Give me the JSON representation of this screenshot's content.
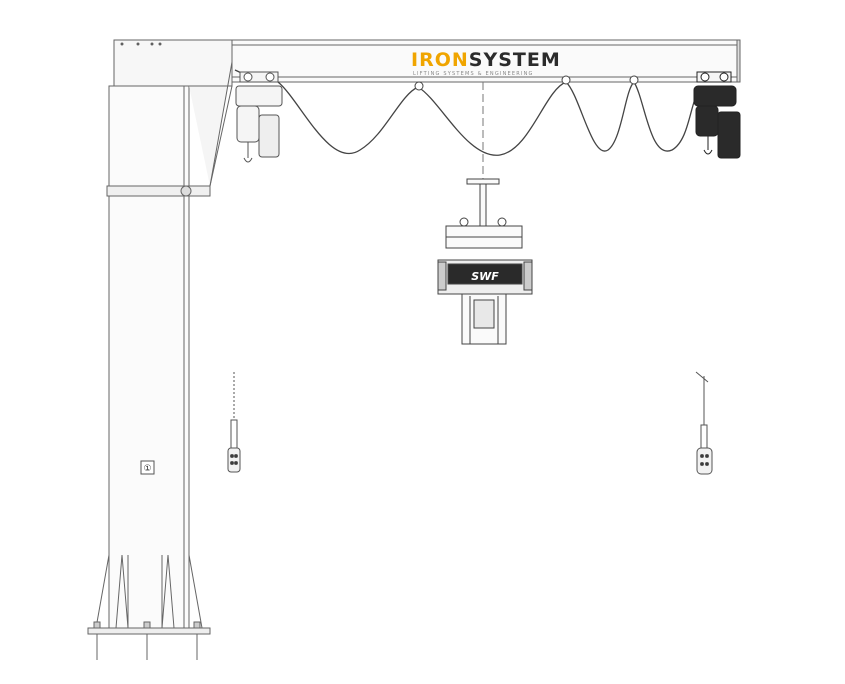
{
  "logo": {
    "brand_first": "IR",
    "brand_gear": "O",
    "brand_middle": "N",
    "brand_last": "SYSTEM",
    "tagline": "LIFTING SYSTEMS & ENGINEERING",
    "brand_color": "#f0a500",
    "dark_color": "#2b2b2b"
  },
  "hoist_badge": {
    "text": "SWF"
  },
  "column_plate": {
    "text": "①"
  },
  "colors": {
    "line": "#555555",
    "light_line": "#888888",
    "fill_light": "#f4f4f4",
    "fill_dark": "#2a2a2a"
  }
}
